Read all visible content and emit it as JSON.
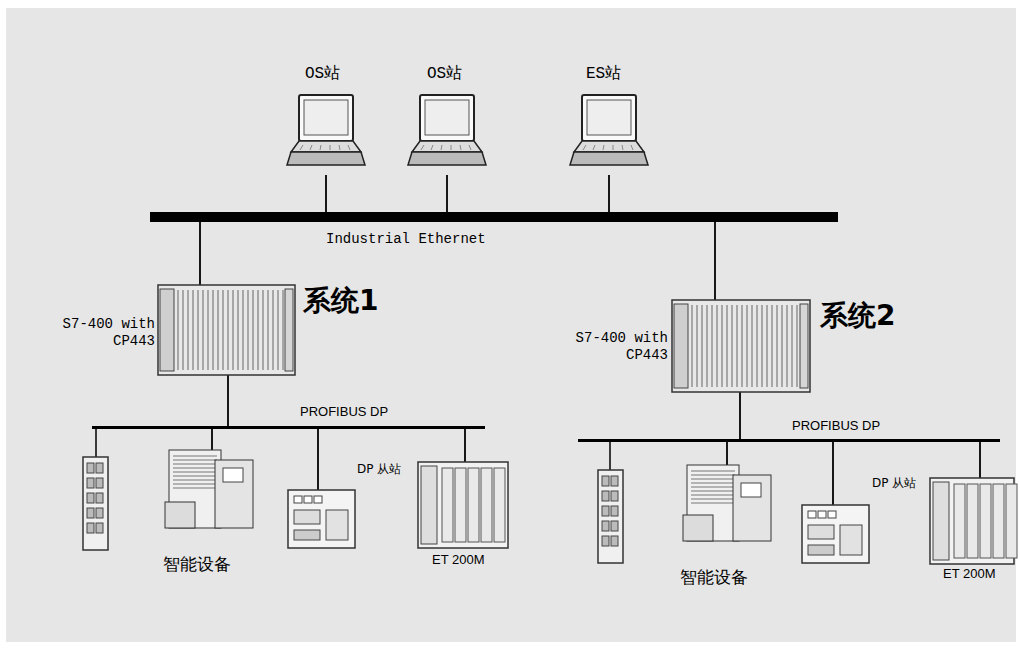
{
  "diagram": {
    "nodes": [
      {
        "text": [
          "OS站"
        ]
      },
      {
        "text": [
          "OS站"
        ]
      },
      {
        "text": [
          "ES站"
        ]
      },
      {
        "text": [
          "Industrial Ethernet"
        ]
      },
      {
        "text": [
          "S7-400 with CP443",
          "系统1"
        ]
      },
      {
        "text": [
          "S7-400 with CP443",
          "系统2"
        ]
      },
      {
        "text": [
          "PROFIBUS DP"
        ]
      },
      {
        "text": [
          "智能设备"
        ]
      },
      {
        "text": [
          "DP 从站"
        ]
      },
      {
        "text": [
          "ET 200M"
        ]
      },
      {
        "text": [
          "PROFIBUS DP"
        ]
      },
      {
        "text": [
          "智能设备"
        ]
      },
      {
        "text": [
          "DP 从站"
        ]
      },
      {
        "text": [
          "ET 200M"
        ]
      }
    ],
    "edges": [
      {
        "from": 0,
        "to": 3,
        "arrow": "none"
      },
      {
        "from": 1,
        "to": 3,
        "arrow": "none"
      },
      {
        "from": 2,
        "to": 3,
        "arrow": "none"
      },
      {
        "from": 3,
        "to": 4,
        "arrow": "none"
      },
      {
        "from": 3,
        "to": 5,
        "arrow": "none"
      },
      {
        "from": 4,
        "to": 6,
        "arrow": "none"
      },
      {
        "from": 5,
        "to": 10,
        "arrow": "none"
      },
      {
        "from": 6,
        "to": 7,
        "arrow": "none"
      },
      {
        "from": 6,
        "to": 8,
        "arrow": "none"
      },
      {
        "from": 6,
        "to": 9,
        "arrow": "none"
      },
      {
        "from": 10,
        "to": 11,
        "arrow": "none"
      },
      {
        "from": 10,
        "to": 12,
        "arrow": "none"
      },
      {
        "from": 10,
        "to": 13,
        "arrow": "none"
      }
    ]
  }
}
